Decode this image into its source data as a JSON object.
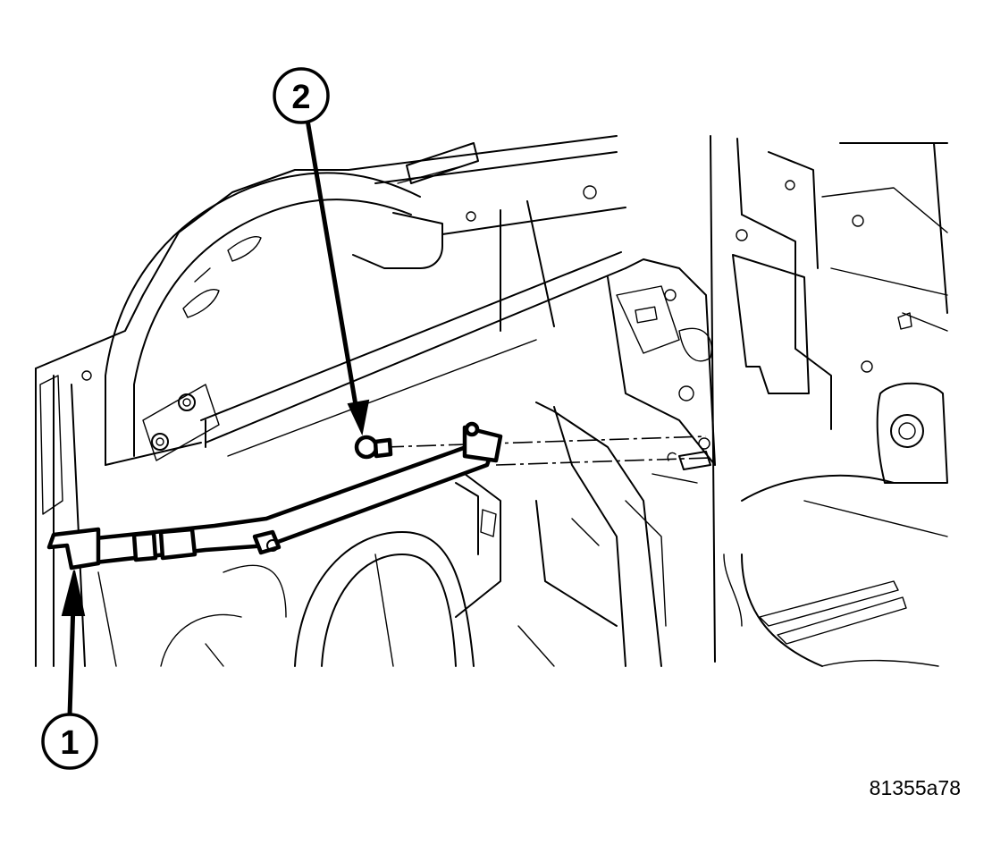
{
  "callouts": {
    "one": {
      "label": "1"
    },
    "two": {
      "label": "2"
    }
  },
  "figure_id": "81355a78",
  "colors": {
    "line": "#000000",
    "background": "#ffffff"
  }
}
